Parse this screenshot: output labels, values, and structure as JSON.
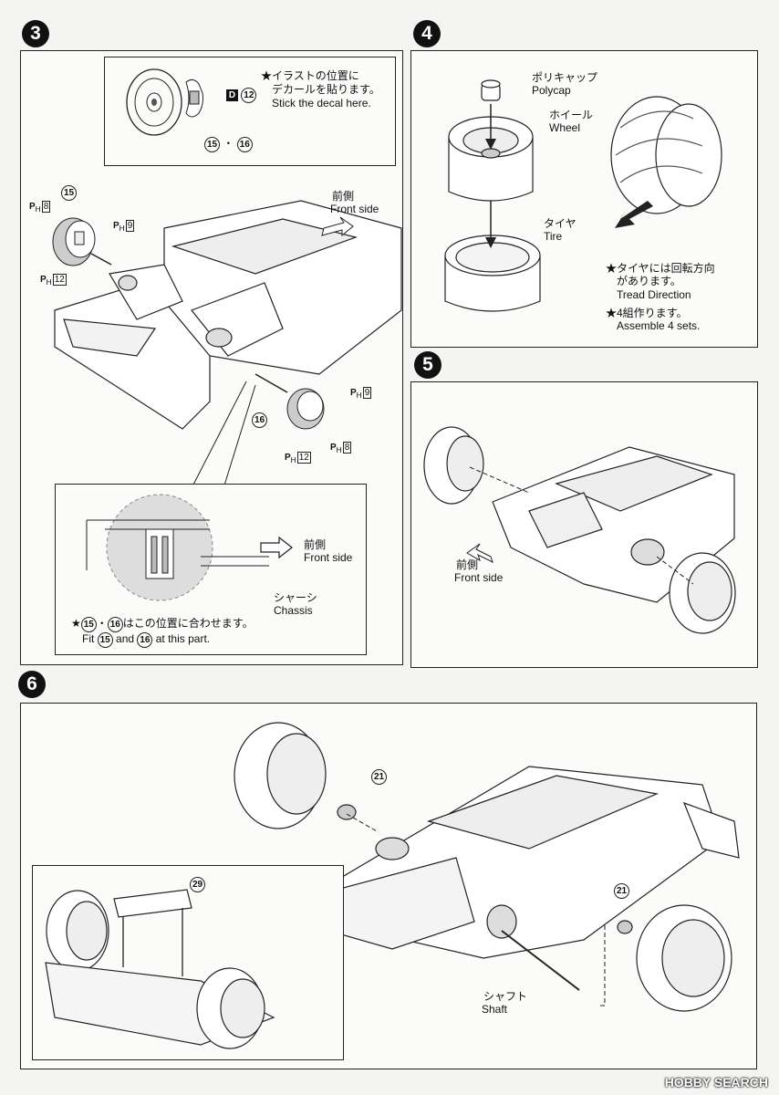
{
  "steps": {
    "s3": {
      "number": "3",
      "decal_note": {
        "jp": "★イラストの位置に",
        "jp2": "デカールを貼ります。",
        "en": "Stick the decal here.",
        "decal_letter": "D",
        "decal_num": "12",
        "parts": "15",
        "parts_sep": "・",
        "parts2": "16"
      },
      "labels": {
        "front_jp": "前側",
        "front_en": "Front side",
        "part15": "15",
        "part16": "16",
        "ph": "P",
        "ph_sub": "H",
        "ph8": "8",
        "ph9": "9",
        "ph12": "12"
      },
      "detail": {
        "front_jp": "前側",
        "front_en": "Front side",
        "chassis_jp": "シャーシ",
        "chassis_en": "Chassis",
        "note_star": "★",
        "note_p15": "15",
        "note_sep": "・",
        "note_p16": "16",
        "note_jp": "はこの位置に合わせます。",
        "note_en_pre": "Fit",
        "note_en_mid": "and",
        "note_en_post": "at this part."
      }
    },
    "s4": {
      "number": "4",
      "polycap_jp": "ポリキャップ",
      "polycap_en": "Polycap",
      "wheel_jp": "ホイール",
      "wheel_en": "Wheel",
      "tire_jp": "タイヤ",
      "tire_en": "Tire",
      "tread_jp": "★タイヤには回転方向",
      "tread_jp2": "があります。",
      "tread_en": "Tread Direction",
      "assemble_jp": "★4組作ります。",
      "assemble_en": "Assemble 4 sets."
    },
    "s5": {
      "number": "5",
      "front_jp": "前側",
      "front_en": "Front side"
    },
    "s6": {
      "number": "6",
      "part21a": "21",
      "part21b": "21",
      "part29": "29",
      "shaft_jp": "シャフト",
      "shaft_en": "Shaft"
    }
  },
  "watermark": "HOBBY SEARCH"
}
